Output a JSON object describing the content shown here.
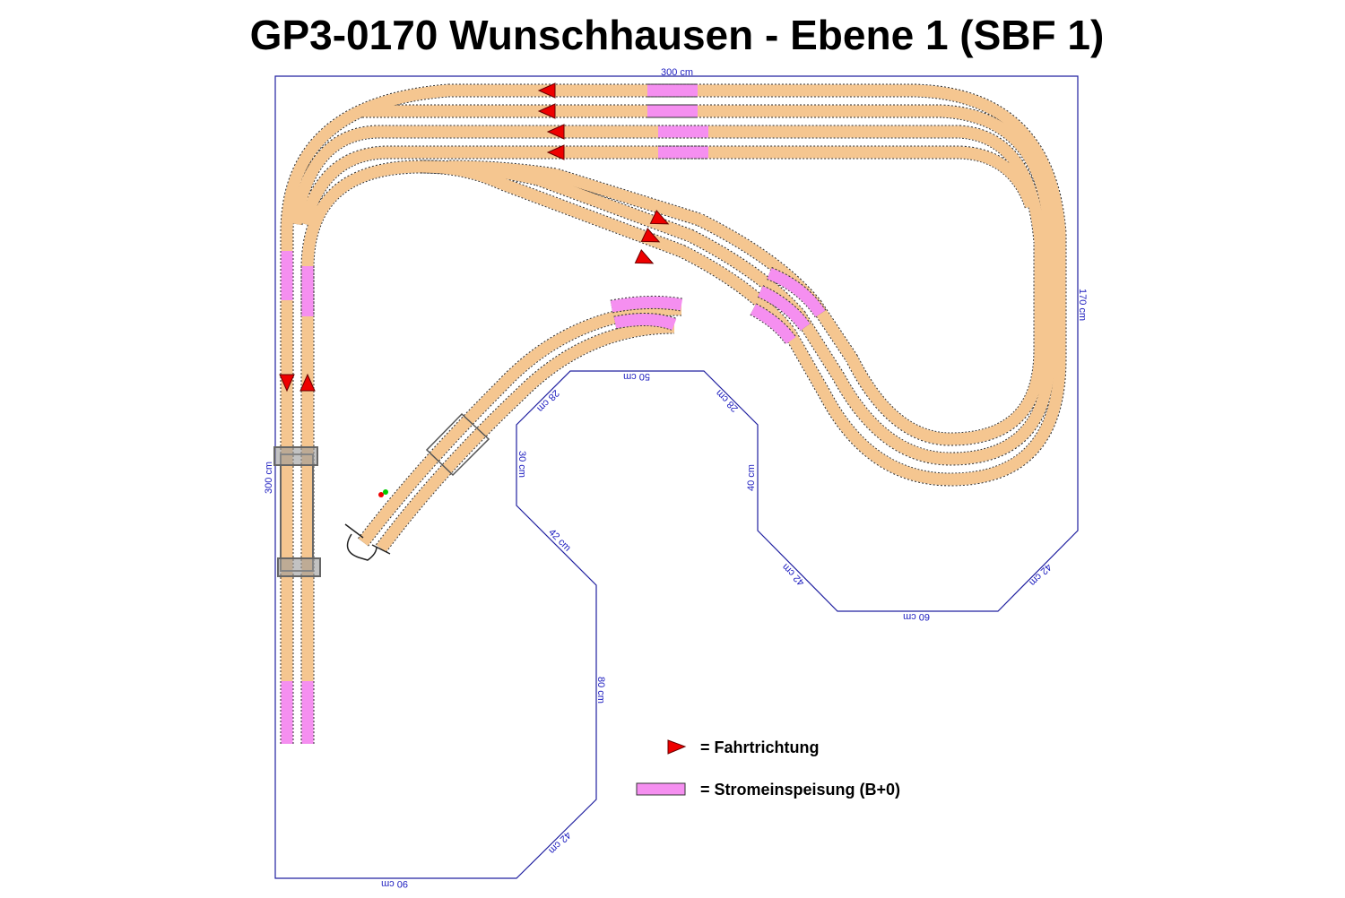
{
  "title": "GP3-0170 Wunschhausen - Ebene 1 (SBF 1)",
  "colors": {
    "track": "#f5c690",
    "feed": "#f58ff0",
    "arrow": "#e00000",
    "outline": "#2020a0"
  },
  "dimensions": [
    {
      "id": "top",
      "label": "300 cm"
    },
    {
      "id": "right",
      "label": "170 cm"
    },
    {
      "id": "left",
      "label": "300 cm"
    },
    {
      "id": "inner-top",
      "label": "50 cm"
    },
    {
      "id": "inner-diag-left",
      "label": "28 cm"
    },
    {
      "id": "inner-diag-right",
      "label": "28 cm"
    },
    {
      "id": "inner-left",
      "label": "30 cm"
    },
    {
      "id": "inner-right",
      "label": "40 cm"
    },
    {
      "id": "diag-a",
      "label": "42 cm"
    },
    {
      "id": "diag-b",
      "label": "42 cm"
    },
    {
      "id": "bottom-right",
      "label": "60 cm"
    },
    {
      "id": "diag-c",
      "label": "42 cm"
    },
    {
      "id": "lower-right",
      "label": "80 cm"
    },
    {
      "id": "diag-d",
      "label": "42 cm"
    },
    {
      "id": "bottom",
      "label": "90 cm"
    }
  ],
  "legend": [
    {
      "icon": "direction-arrow-icon",
      "label": "= Fahrtrichtung"
    },
    {
      "icon": "feed-section-icon",
      "label": "= Stromeinspeisung (B+0)"
    }
  ]
}
